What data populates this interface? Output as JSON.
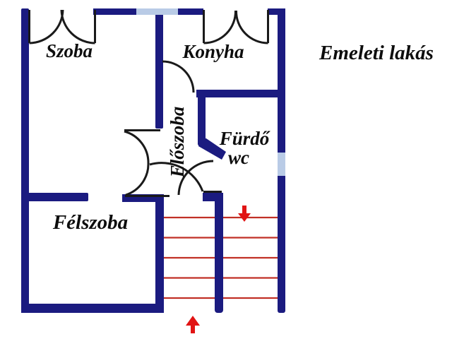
{
  "title": "Emeleti lakás",
  "rooms": {
    "szoba": {
      "label": "Szoba"
    },
    "konyha": {
      "label": "Konyha"
    },
    "eloszoba": {
      "label": "Előszoba"
    },
    "furdo": {
      "label": "Fürdő"
    },
    "wc": {
      "label": "wc"
    },
    "felszoba": {
      "label": "Félszoba"
    }
  },
  "stairs": {
    "left_run_steps": 5,
    "right_run_steps": 5,
    "down_arrow": "stairs-down",
    "up_arrow": "stairs-up-entrance"
  },
  "colors": {
    "wall": "#1b1b80",
    "window": "#b9cbe6",
    "door_arc": "#1a1a1a",
    "stair_line": "#c13026",
    "arrow": "#e11414",
    "text": "#0d0d0d",
    "background": "#ffffff"
  }
}
